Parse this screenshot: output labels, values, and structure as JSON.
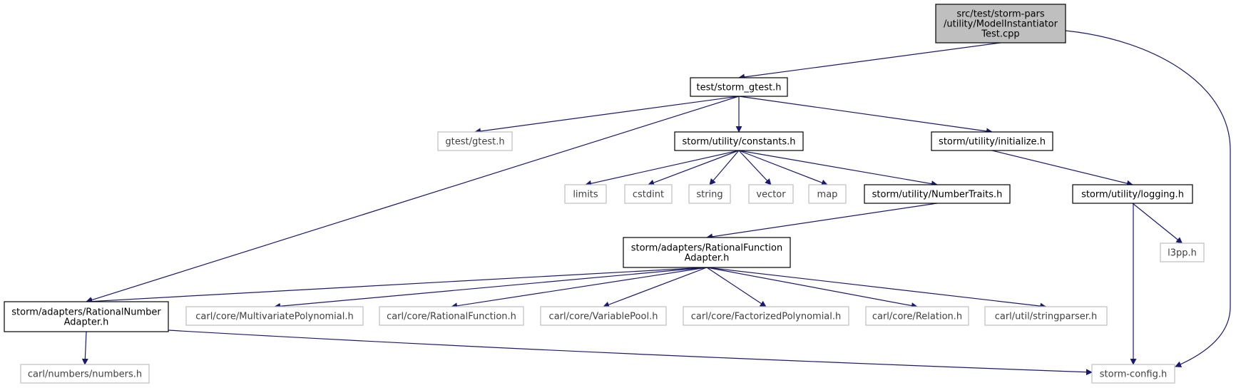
{
  "colors": {
    "edge": "#191970",
    "root_fill": "#bfbfbf",
    "external_border": "#bfbfbf",
    "internal_border": "#000000"
  },
  "nodes": [
    {
      "id": "root",
      "kind": "root",
      "lines": [
        "src/test/storm-pars",
        "/utility/ModelInstantiator",
        "Test.cpp"
      ]
    },
    {
      "id": "storm_gtest",
      "kind": "solid",
      "lines": [
        "test/storm_gtest.h"
      ]
    },
    {
      "id": "gtest",
      "kind": "ext",
      "lines": [
        "gtest/gtest.h"
      ]
    },
    {
      "id": "constants",
      "kind": "solid",
      "lines": [
        "storm/utility/constants.h"
      ]
    },
    {
      "id": "initialize",
      "kind": "solid",
      "lines": [
        "storm/utility/initialize.h"
      ]
    },
    {
      "id": "limits",
      "kind": "ext",
      "lines": [
        "limits"
      ]
    },
    {
      "id": "cstdint",
      "kind": "ext",
      "lines": [
        "cstdint"
      ]
    },
    {
      "id": "string",
      "kind": "ext",
      "lines": [
        "string"
      ]
    },
    {
      "id": "vector",
      "kind": "ext",
      "lines": [
        "vector"
      ]
    },
    {
      "id": "map",
      "kind": "ext",
      "lines": [
        "map"
      ]
    },
    {
      "id": "numbertraits",
      "kind": "solid",
      "lines": [
        "storm/utility/NumberTraits.h"
      ]
    },
    {
      "id": "logging",
      "kind": "solid",
      "lines": [
        "storm/utility/logging.h"
      ]
    },
    {
      "id": "l3pp",
      "kind": "ext",
      "lines": [
        "l3pp.h"
      ]
    },
    {
      "id": "rfadapter",
      "kind": "solid",
      "lines": [
        "storm/adapters/RationalFunction",
        "Adapter.h"
      ]
    },
    {
      "id": "rnadapter",
      "kind": "solid",
      "lines": [
        "storm/adapters/RationalNumber",
        "Adapter.h"
      ]
    },
    {
      "id": "multivariate",
      "kind": "ext",
      "lines": [
        "carl/core/MultivariatePolynomial.h"
      ]
    },
    {
      "id": "rationalfunction",
      "kind": "ext",
      "lines": [
        "carl/core/RationalFunction.h"
      ]
    },
    {
      "id": "variablepool",
      "kind": "ext",
      "lines": [
        "carl/core/VariablePool.h"
      ]
    },
    {
      "id": "factorized",
      "kind": "ext",
      "lines": [
        "carl/core/FactorizedPolynomial.h"
      ]
    },
    {
      "id": "relation",
      "kind": "ext",
      "lines": [
        "carl/core/Relation.h"
      ]
    },
    {
      "id": "stringparser",
      "kind": "ext",
      "lines": [
        "carl/util/stringparser.h"
      ]
    },
    {
      "id": "numbers",
      "kind": "ext",
      "lines": [
        "carl/numbers/numbers.h"
      ]
    },
    {
      "id": "stormconfig",
      "kind": "ext",
      "lines": [
        "storm-config.h"
      ]
    }
  ],
  "edges": [
    [
      "root",
      "storm_gtest"
    ],
    [
      "root",
      "stormconfig"
    ],
    [
      "storm_gtest",
      "gtest"
    ],
    [
      "storm_gtest",
      "constants"
    ],
    [
      "storm_gtest",
      "initialize"
    ],
    [
      "storm_gtest",
      "rnadapter"
    ],
    [
      "constants",
      "limits"
    ],
    [
      "constants",
      "cstdint"
    ],
    [
      "constants",
      "string"
    ],
    [
      "constants",
      "vector"
    ],
    [
      "constants",
      "map"
    ],
    [
      "constants",
      "numbertraits"
    ],
    [
      "initialize",
      "logging"
    ],
    [
      "logging",
      "l3pp"
    ],
    [
      "logging",
      "stormconfig"
    ],
    [
      "numbertraits",
      "rfadapter"
    ],
    [
      "rfadapter",
      "rnadapter"
    ],
    [
      "rfadapter",
      "multivariate"
    ],
    [
      "rfadapter",
      "rationalfunction"
    ],
    [
      "rfadapter",
      "variablepool"
    ],
    [
      "rfadapter",
      "factorized"
    ],
    [
      "rfadapter",
      "relation"
    ],
    [
      "rfadapter",
      "stringparser"
    ],
    [
      "rnadapter",
      "numbers"
    ],
    [
      "rnadapter",
      "stormconfig"
    ]
  ]
}
